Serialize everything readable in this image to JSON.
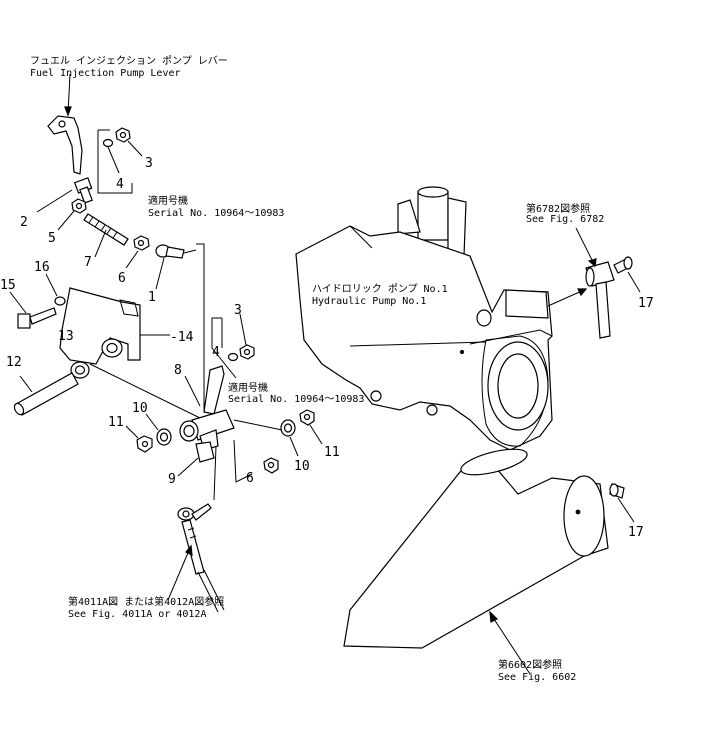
{
  "callouts": {
    "fuel_lever_jp": "フュエル インジェクション ポンプ レバー",
    "fuel_lever_en": "Fuel Injection Pump Lever",
    "serial_top_jp": "適用号機",
    "serial_top_en": "Serial  No. 10964～10983",
    "serial_mid_jp": "適用号機",
    "serial_mid_en": "Serial  No. 10964～10983",
    "fig6782_jp": "第6782図参照",
    "fig6782_en": "See Fig. 6782",
    "hyd_pump_jp": "ハイドロリック ポンプ No.1",
    "hyd_pump_en": "Hydraulic Pump No.1",
    "fig4011_jp": "第4011A図 または第4012A図参照",
    "fig4011_en": "See Fig. 4011A  or  4012A",
    "fig6602_jp": "第6602図参照",
    "fig6602_en": "See Fig. 6602"
  },
  "part_numbers": {
    "p1": "1",
    "p2": "2",
    "p3a": "3",
    "p3b": "3",
    "p4a": "4",
    "p4b": "4",
    "p5": "5",
    "p6a": "6",
    "p6b": "6",
    "p7": "7",
    "p8": "8",
    "p9": "9",
    "p10a": "10",
    "p10b": "10",
    "p11a": "11",
    "p11b": "11",
    "p12": "12",
    "p13": "13",
    "p14": "-14",
    "p15": "15",
    "p16": "16",
    "p17a": "17",
    "p17b": "17"
  }
}
